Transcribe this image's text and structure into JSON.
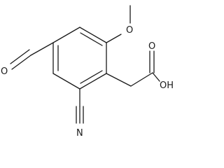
{
  "molecule": {
    "atoms": {
      "methoxy_oxygen": "O",
      "aldehyde_oxygen": "O",
      "nitrile_nitrogen": "N",
      "hydroxyl": "OH",
      "carbonyl_oxygen": "O"
    }
  }
}
